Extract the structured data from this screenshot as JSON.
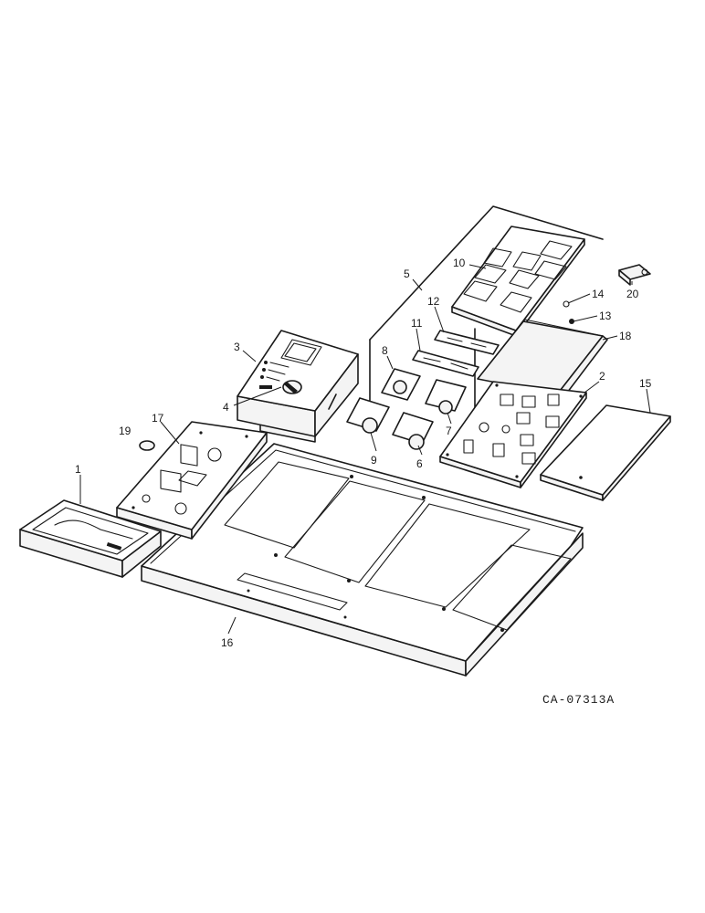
{
  "diagram": {
    "callouts": [
      "1",
      "2",
      "3",
      "4",
      "5",
      "6",
      "7",
      "8",
      "9",
      "10",
      "11",
      "12",
      "13",
      "14",
      "15",
      "16",
      "17",
      "18",
      "19",
      "20"
    ],
    "drawing_code": "CA-07313A"
  }
}
